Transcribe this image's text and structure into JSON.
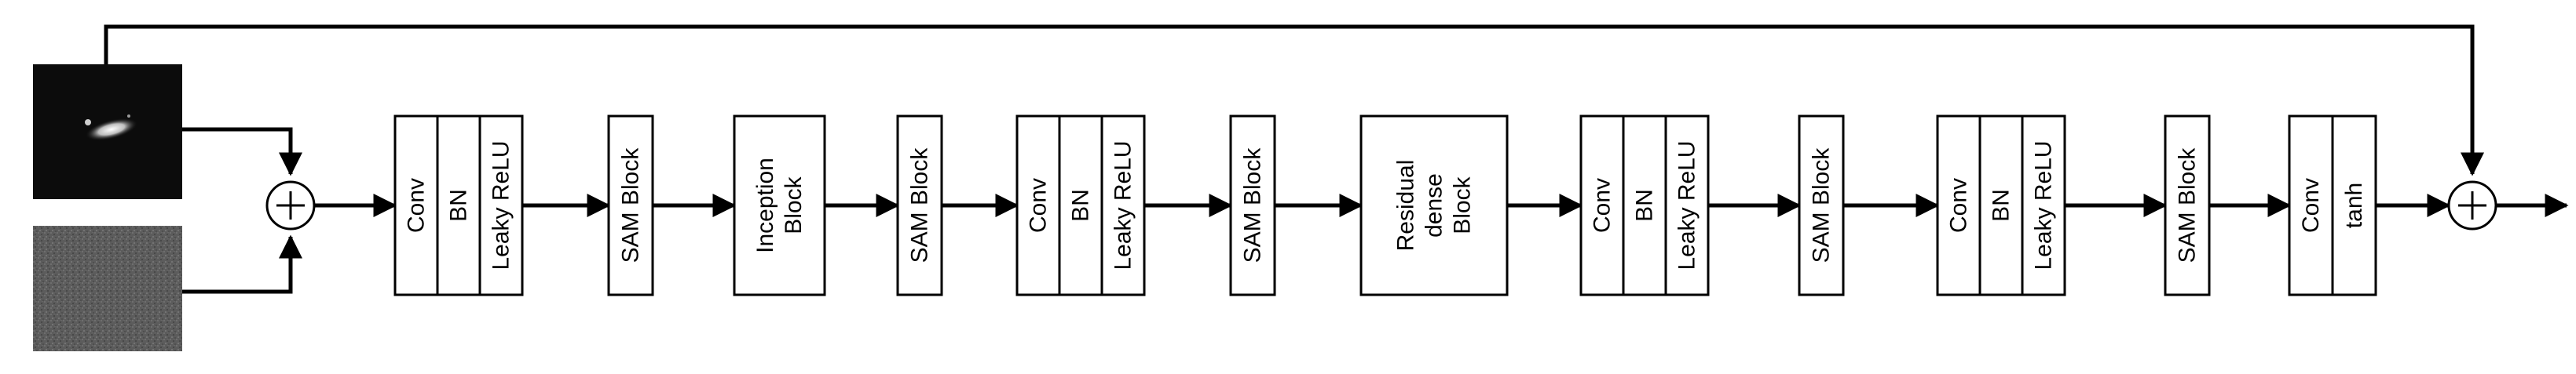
{
  "blocks": {
    "cbl1": [
      "Conv",
      "BN",
      "Leaky ReLU"
    ],
    "sam1": [
      "SAM Block"
    ],
    "inception": [
      "Inception",
      "Block"
    ],
    "sam2": [
      "SAM Block"
    ],
    "cbl2": [
      "Conv",
      "BN",
      "Leaky ReLU"
    ],
    "sam3": [
      "SAM Block"
    ],
    "residual": [
      "Residual",
      "dense",
      "Block"
    ],
    "cbl3": [
      "Conv",
      "BN",
      "Leaky ReLU"
    ],
    "sam4": [
      "SAM Block"
    ],
    "cbl4": [
      "Conv",
      "BN",
      "Leaky ReLU"
    ],
    "sam5": [
      "SAM Block"
    ],
    "final": [
      "Conv",
      "tanh"
    ]
  },
  "images": {
    "input_image": "sar-image-thumbnail",
    "noise_image": "noise-image-thumbnail"
  },
  "operators": {
    "add_input": "+",
    "add_output": "+"
  }
}
